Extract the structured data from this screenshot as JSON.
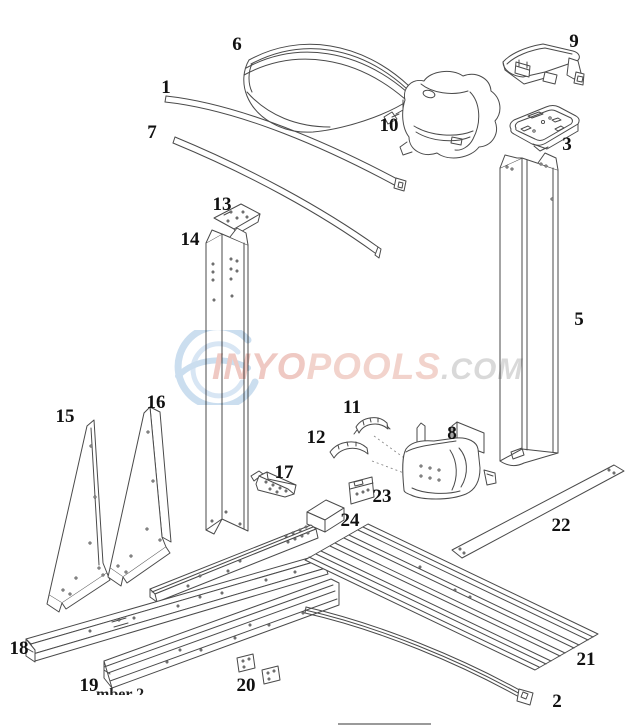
{
  "diagram": {
    "type": "exploded-parts-diagram",
    "subject": "pool frame parts diagram",
    "labels": {
      "p1": "1",
      "p2": "2",
      "p3": "3",
      "p5": "5",
      "p6": "6",
      "p7": "7",
      "p8": "8",
      "p9": "9",
      "p10": "10",
      "p11": "11",
      "p12": "12",
      "p13": "13",
      "p14": "14",
      "p15": "15",
      "p16": "16",
      "p17": "17",
      "p18": "18",
      "p19": "19",
      "p20": "20",
      "p21": "21",
      "p22": "22",
      "p23": "23",
      "p24": "24"
    },
    "watermark": {
      "word1": "INYO",
      "word2": "POOLS",
      "word3": ".COM"
    },
    "caption_fragment": "mber 2",
    "colors": {
      "line": "#4a4a4a",
      "label": "#111111",
      "watermark_word1": "#efc9c3",
      "watermark_word2": "#f2d3cc",
      "watermark_word3": "#d9d9d9",
      "watermark_swirl": "#cbdeef"
    }
  }
}
